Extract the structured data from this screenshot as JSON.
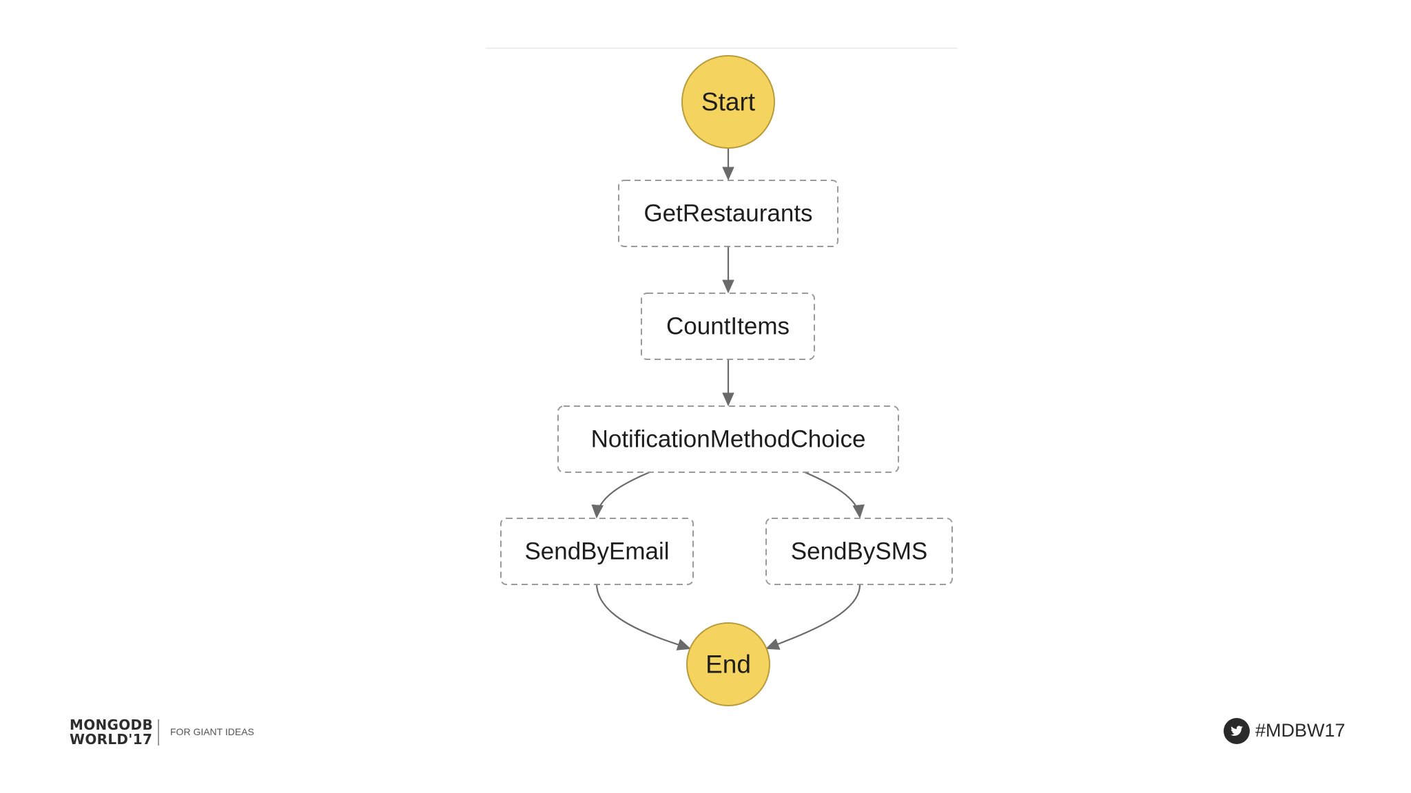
{
  "diagram": {
    "nodes": [
      {
        "id": "start",
        "label": "Start",
        "kind": "terminal"
      },
      {
        "id": "get",
        "label": "GetRestaurants",
        "kind": "state"
      },
      {
        "id": "count",
        "label": "CountItems",
        "kind": "state"
      },
      {
        "id": "choice",
        "label": "NotificationMethodChoice",
        "kind": "choice"
      },
      {
        "id": "email",
        "label": "SendByEmail",
        "kind": "state"
      },
      {
        "id": "sms",
        "label": "SendBySMS",
        "kind": "state"
      },
      {
        "id": "end",
        "label": "End",
        "kind": "terminal"
      }
    ],
    "edges": [
      {
        "from": "start",
        "to": "get"
      },
      {
        "from": "get",
        "to": "count"
      },
      {
        "from": "count",
        "to": "choice"
      },
      {
        "from": "choice",
        "to": "email"
      },
      {
        "from": "choice",
        "to": "sms"
      },
      {
        "from": "email",
        "to": "end"
      },
      {
        "from": "sms",
        "to": "end"
      }
    ],
    "colors": {
      "terminal_fill": "#f5d35f",
      "terminal_stroke": "#b89b3a",
      "state_stroke": "#9a9a9a",
      "edge": "#6a6a6a"
    }
  },
  "footer": {
    "logo_line1": "MONGODB",
    "logo_line2": "WORLD'17",
    "tagline": "FOR GIANT IDEAS",
    "hashtag": "#MDBW17",
    "social_icon": "twitter-bird-icon"
  }
}
